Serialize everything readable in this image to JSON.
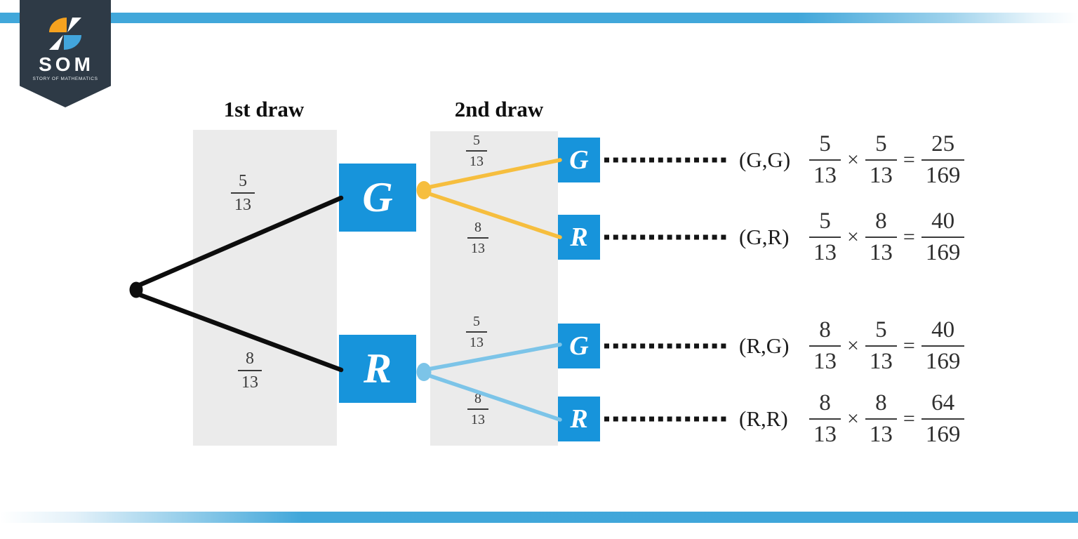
{
  "logo": {
    "title": "SOM",
    "subtitle": "STORY OF MATHEMATICS"
  },
  "headers": {
    "first_draw": "1st draw",
    "second_draw": "2nd draw"
  },
  "tree": {
    "first_draw": [
      {
        "node": "G",
        "numerator": "5",
        "denominator": "13"
      },
      {
        "node": "R",
        "numerator": "8",
        "denominator": "13"
      }
    ],
    "second_draw": [
      {
        "parent": "G",
        "node": "G",
        "numerator": "5",
        "denominator": "13"
      },
      {
        "parent": "G",
        "node": "R",
        "numerator": "8",
        "denominator": "13"
      },
      {
        "parent": "R",
        "node": "G",
        "numerator": "5",
        "denominator": "13"
      },
      {
        "parent": "R",
        "node": "R",
        "numerator": "8",
        "denominator": "13"
      }
    ]
  },
  "outcomes": [
    {
      "pair": "(G,G)",
      "f1_num": "5",
      "f1_den": "13",
      "operator": "×",
      "f2_num": "5",
      "f2_den": "13",
      "equals": "=",
      "result_num": "25",
      "result_den": "169"
    },
    {
      "pair": "(G,R)",
      "f1_num": "5",
      "f1_den": "13",
      "operator": "×",
      "f2_num": "8",
      "f2_den": "13",
      "equals": "=",
      "result_num": "40",
      "result_den": "169"
    },
    {
      "pair": "(R,G)",
      "f1_num": "8",
      "f1_den": "13",
      "operator": "×",
      "f2_num": "5",
      "f2_den": "13",
      "equals": "=",
      "result_num": "40",
      "result_den": "169"
    },
    {
      "pair": "(R,R)",
      "f1_num": "8",
      "f1_den": "13",
      "operator": "×",
      "f2_num": "8",
      "f2_den": "13",
      "equals": "=",
      "result_num": "64",
      "result_den": "169"
    }
  ],
  "colors": {
    "node_blue": "#1794db",
    "branch_yellow": "#f6be3e",
    "branch_light_blue": "#7cc4e8",
    "branch_black": "#0d0d0d",
    "panel_gray": "#ebebeb",
    "stripe_blue": "#41a7da",
    "banner_dark": "#2e3a46",
    "logo_orange": "#f6a21f",
    "logo_blue": "#42a5dc"
  }
}
